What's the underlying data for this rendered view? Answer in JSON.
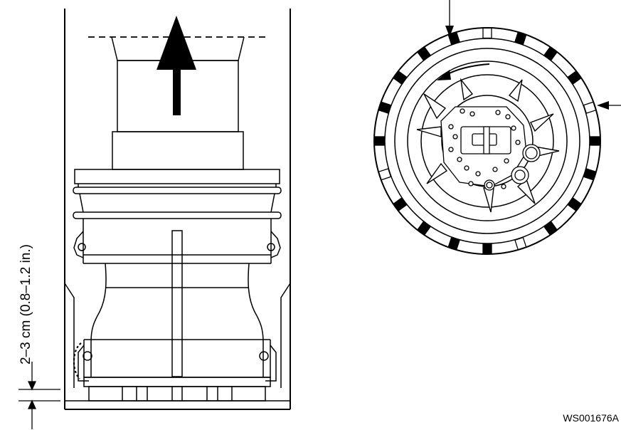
{
  "dimension_label": "2–3 cm (0.8–1.2 in.)",
  "figure_id": "WS001676A",
  "colors": {
    "ink": "#000000",
    "paper": "#ffffff"
  },
  "bolt_ring": {
    "count": 20,
    "hollow_positions": [
      1,
      5,
      10,
      15
    ]
  }
}
